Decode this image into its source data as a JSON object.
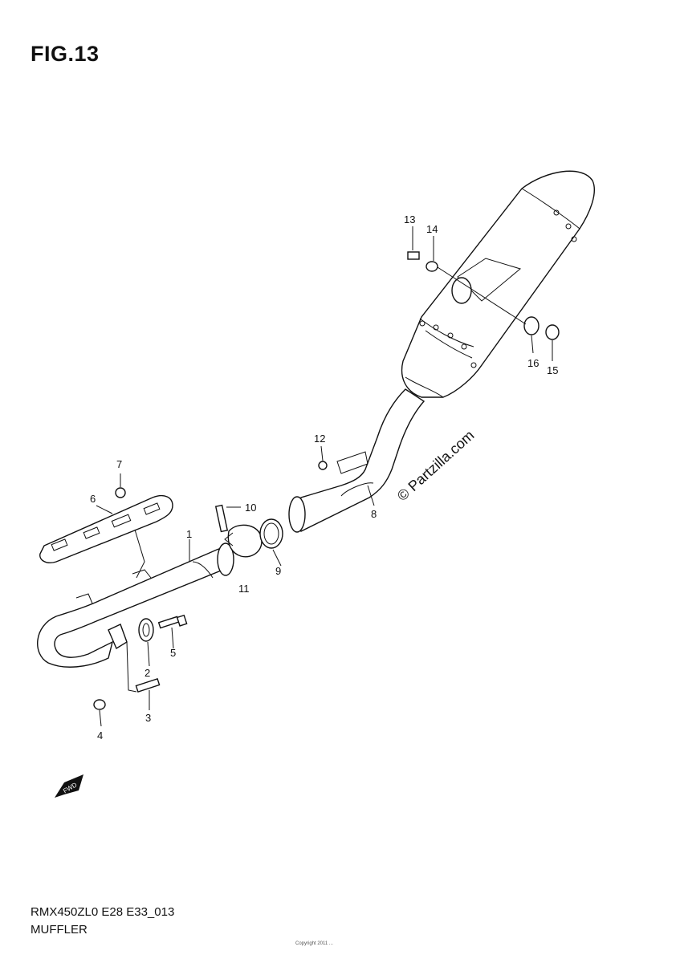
{
  "figure": {
    "title": "FIG.13"
  },
  "footer": {
    "code": "RMX450ZL0 E28 E33_013",
    "subtitle": "MUFFLER",
    "copyright": "Copyright 2011 ..."
  },
  "watermark": "© Partzilla.com",
  "fwd_label": "FWD",
  "parts": [
    "1",
    "2",
    "3",
    "4",
    "5",
    "6",
    "7",
    "8",
    "9",
    "10",
    "11",
    "12",
    "13",
    "14",
    "15",
    "16"
  ]
}
